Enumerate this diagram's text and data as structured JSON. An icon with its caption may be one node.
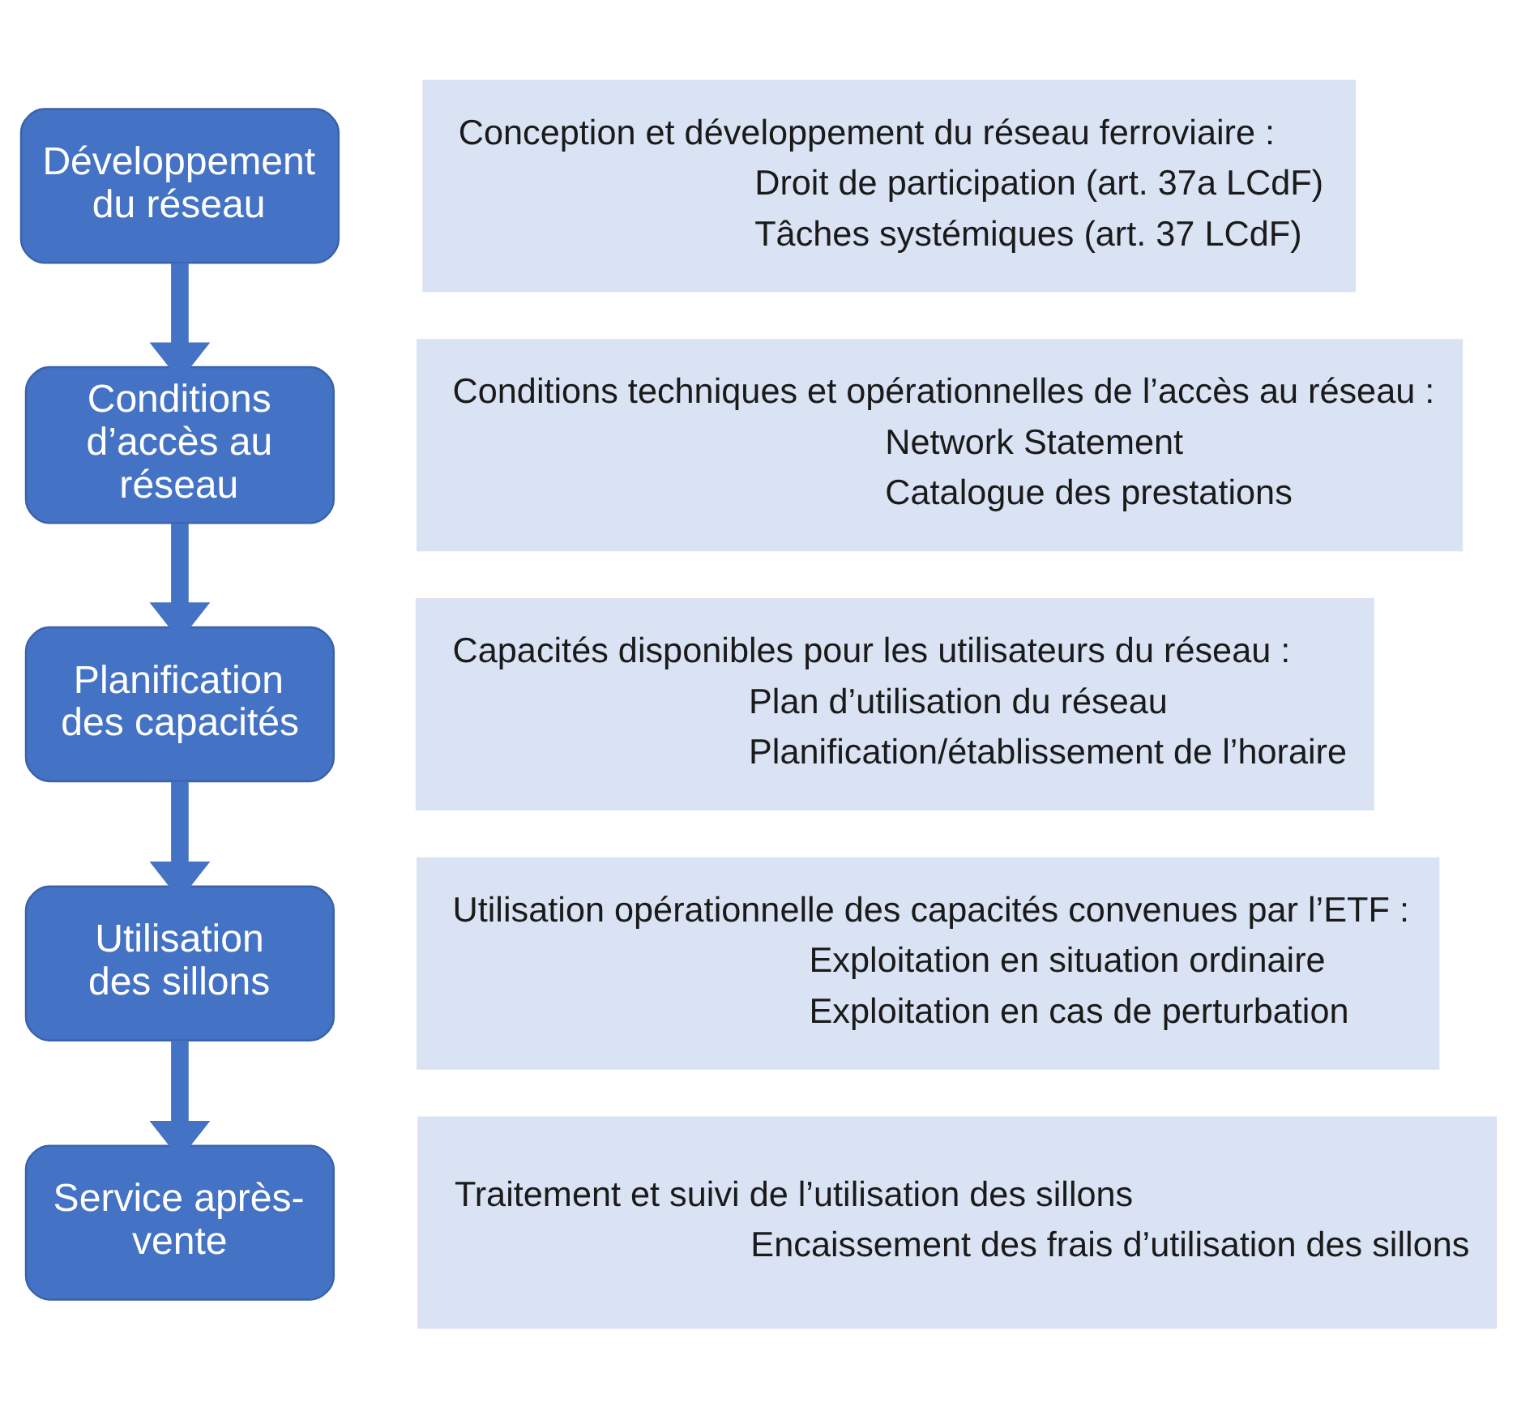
{
  "diagram": {
    "nodes": [
      {
        "text": [
          "Développement du réseau"
        ]
      },
      {
        "text": [
          "Conception et développement du réseau ferroviaire :",
          "Droit de participation (art. 37a LCdF)",
          "Tâches systémiques (art. 37 LCdF)"
        ]
      },
      {
        "text": [
          "Conditions d’accès au réseau"
        ]
      },
      {
        "text": [
          "Conditions techniques et opérationnelles de l’accès au réseau :",
          "Network Statement",
          "Catalogue des prestations"
        ]
      },
      {
        "text": [
          "Planification des capacités"
        ]
      },
      {
        "text": [
          "Capacités disponibles pour les utilisateurs du réseau :",
          "Plan d’utilisation du réseau",
          "Planification/établissement de l’horaire"
        ]
      },
      {
        "text": [
          "Utilisation des sillons"
        ]
      },
      {
        "text": [
          "Utilisation opérationnelle des capacités convenues par l’ETF :",
          "Exploitation en situation ordinaire",
          "Exploitation en cas de perturbation"
        ]
      },
      {
        "text": [
          "Service après-vente"
        ]
      },
      {
        "text": [
          "Traitement et suivi de l’utilisation des sillons",
          "Encaissement des frais d’utilisation des sillons"
        ]
      }
    ],
    "edges": [
      {
        "from": 0,
        "to": 2,
        "arrow": "to"
      },
      {
        "from": 2,
        "to": 4,
        "arrow": "to"
      },
      {
        "from": 4,
        "to": 6,
        "arrow": "to"
      },
      {
        "from": 6,
        "to": 8,
        "arrow": "to"
      }
    ]
  }
}
